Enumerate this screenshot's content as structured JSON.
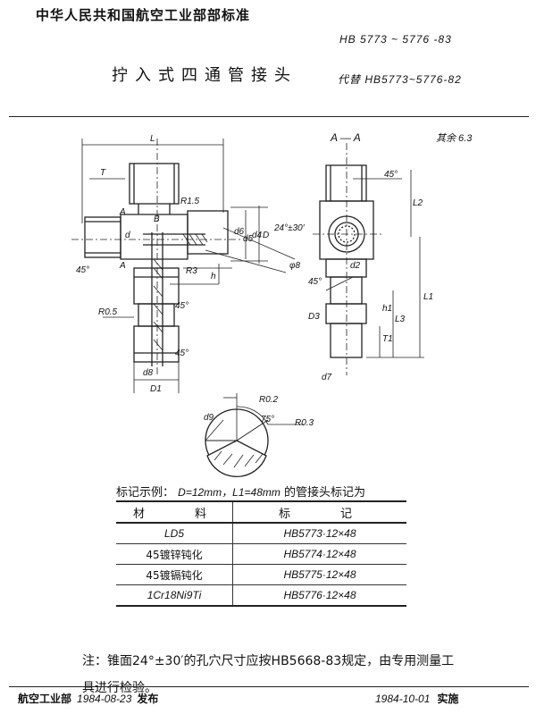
{
  "header": {
    "publisher_standard": "中华人民共和国航空工业部部标准",
    "standard_number": "HB 5773 ~ 5776 -83",
    "title": "拧入式四通管接头",
    "replaces": "代替 HB5773~5776-82"
  },
  "drawing": {
    "section_label": "A — A",
    "surface_finish": "其余 6.3",
    "dims": {
      "L": "L",
      "T": "T",
      "R15": "R1.5",
      "B": "B",
      "angle_24": "24°±30′",
      "d6": "d6",
      "d5": "d5",
      "d4": "d4",
      "D": "D",
      "d": "d",
      "A_top": "A",
      "A_bottom": "A",
      "angle_45_left": "45°",
      "R3": "R3",
      "h": "h",
      "phi8": "φ8",
      "R05": "R0.5",
      "angle_45_a": "45°",
      "angle_45_b": "45°",
      "d8": "d8",
      "D1": "D1",
      "angle_45_right": "45°",
      "L2_right": "L2",
      "d2": "d2",
      "L1": "L1",
      "D3": "D3",
      "h1": "h1",
      "L3": "L3",
      "T1": "T1",
      "d7": "d7",
      "R02": "R0.2",
      "angle_75": "75°",
      "R03": "R0.3",
      "d9": "d9"
    }
  },
  "marking_example": {
    "prefix": "标记示例：",
    "spec": "D=12mm，L1=48mm",
    "suffix": "的管接头标记为"
  },
  "marking_table": {
    "headers": [
      "材　　料",
      "标　　记"
    ],
    "rows": [
      [
        "LD5",
        "HB5773·12×48"
      ],
      [
        "45镀锌钝化",
        "HB5774·12×48"
      ],
      [
        "45镀镉钝化",
        "HB5775·12×48"
      ],
      [
        "1Cr18Ni9Ti",
        "HB5776·12×48"
      ]
    ]
  },
  "note": "注：锥面24°±30′的孔穴尺寸应按HB5668-83规定，由专用测量工具进行检验。",
  "footer": {
    "issuer": "航空工业部",
    "issue_date": "1984-08-23",
    "issue_label": "发布",
    "effective_date": "1984-10-01",
    "effective_label": "实施"
  }
}
